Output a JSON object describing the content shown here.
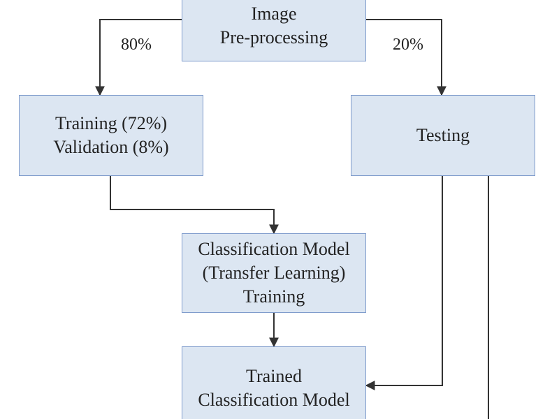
{
  "nodes": {
    "preprocessing": [
      "Image",
      "Pre-processing"
    ],
    "train_val": [
      "Training (72%)",
      "Validation (8%)"
    ],
    "testing": [
      "Testing"
    ],
    "classification_training": [
      "Classification Model",
      "(Transfer Learning)",
      "Training"
    ],
    "trained_model": [
      "Trained",
      "Classification Model"
    ]
  },
  "edge_labels": {
    "train_split": "80%",
    "test_split": "20%"
  },
  "colors": {
    "box_fill": "#dce6f2",
    "box_border": "#7f9ccc",
    "connector": "#333333",
    "text": "#222222"
  }
}
